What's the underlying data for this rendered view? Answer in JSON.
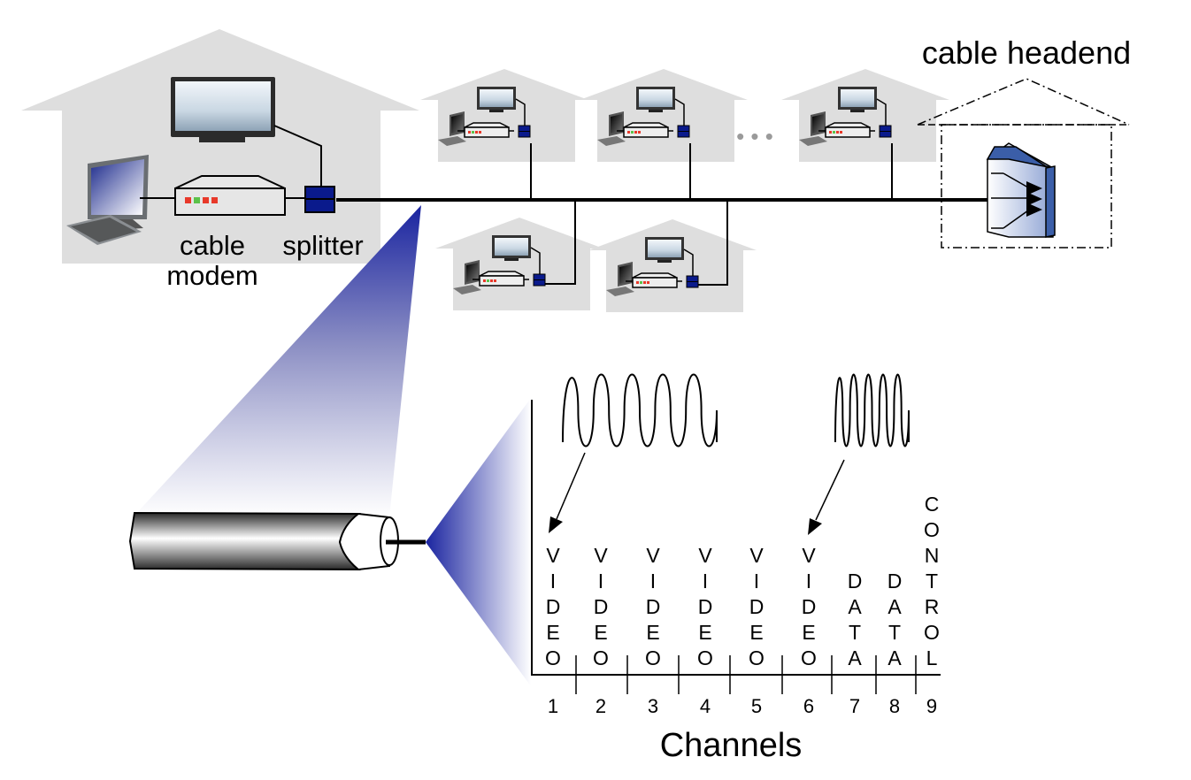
{
  "diagram": {
    "title": "Cable network architecture",
    "labels": {
      "cable_modem_line1": "cable",
      "cable_modem_line2": "modem",
      "splitter": "splitter",
      "cable_headend": "cable headend",
      "ellipsis": "• • •",
      "channels_axis": "Channels"
    },
    "colors": {
      "house_fill": "#dedede",
      "splitter_fill": "#0a1a8c",
      "cone_top": "#1a24a0",
      "headend_blue": "#3b5ea8",
      "led_red": "#e8392a",
      "led_green": "#5cc24a"
    },
    "neighbor_homes": [
      {
        "row": "top",
        "index": 1
      },
      {
        "row": "top",
        "index": 2
      },
      {
        "row": "top",
        "index": 3
      },
      {
        "row": "bottom",
        "index": 1
      },
      {
        "row": "bottom",
        "index": 2
      }
    ]
  },
  "chart_data": {
    "type": "table",
    "title": "",
    "xlabel": "Channels",
    "categories": [
      "1",
      "2",
      "3",
      "4",
      "5",
      "6",
      "7",
      "8",
      "9"
    ],
    "channel_types": [
      "VIDEO",
      "VIDEO",
      "VIDEO",
      "VIDEO",
      "VIDEO",
      "VIDEO",
      "DATA",
      "DATA",
      "CONTROL"
    ],
    "annotations": [
      {
        "signal": "low-frequency wave",
        "points_to_channel": "1"
      },
      {
        "signal": "high-frequency wave",
        "points_to_channel": "6"
      }
    ]
  }
}
